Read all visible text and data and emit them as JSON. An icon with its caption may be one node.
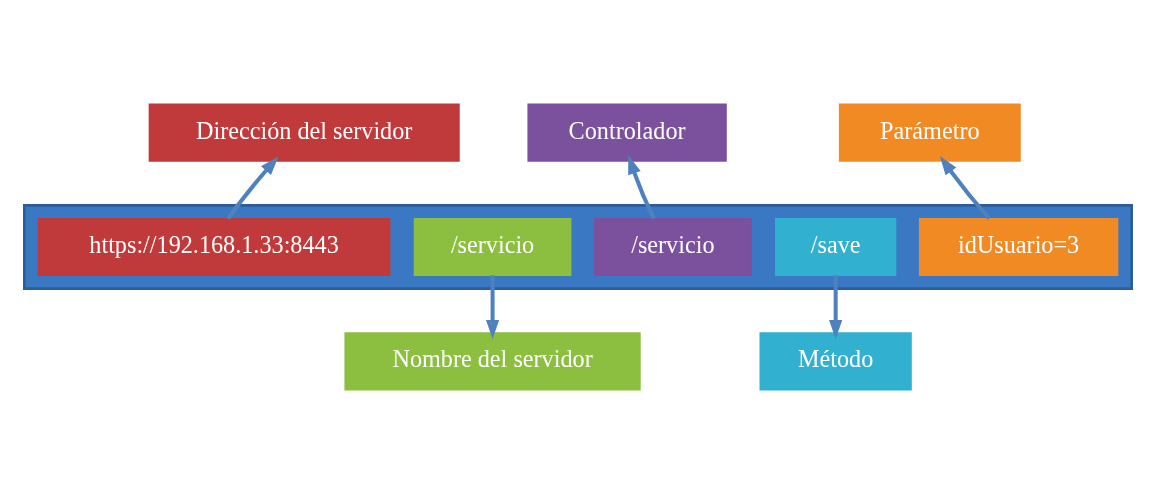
{
  "diagram": {
    "nodes": [
      {
        "text": [
          "Dirección del servidor"
        ]
      },
      {
        "text": [
          "Controlador"
        ]
      },
      {
        "text": [
          "Parámetro"
        ]
      },
      {
        "text": [],
        "shape": "bar"
      },
      {
        "text": [
          "https://192.168.1.33:8443"
        ],
        "in": 3
      },
      {
        "text": [
          "/servicio"
        ],
        "in": 3
      },
      {
        "text": [
          "/servicio"
        ],
        "in": 3
      },
      {
        "text": [
          "/save"
        ],
        "in": 3
      },
      {
        "text": [
          "idUsuario=3"
        ],
        "in": 3
      },
      {
        "text": [
          "Nombre del servidor"
        ]
      },
      {
        "text": [
          "Método"
        ]
      }
    ],
    "edges": [
      {
        "from": 4,
        "to": 0,
        "arrow": "to"
      },
      {
        "from": 6,
        "to": 1,
        "arrow": "to"
      },
      {
        "from": 8,
        "to": 2,
        "arrow": "to"
      },
      {
        "from": 5,
        "to": 9,
        "arrow": "to"
      },
      {
        "from": 7,
        "to": 10,
        "arrow": "to"
      }
    ]
  }
}
